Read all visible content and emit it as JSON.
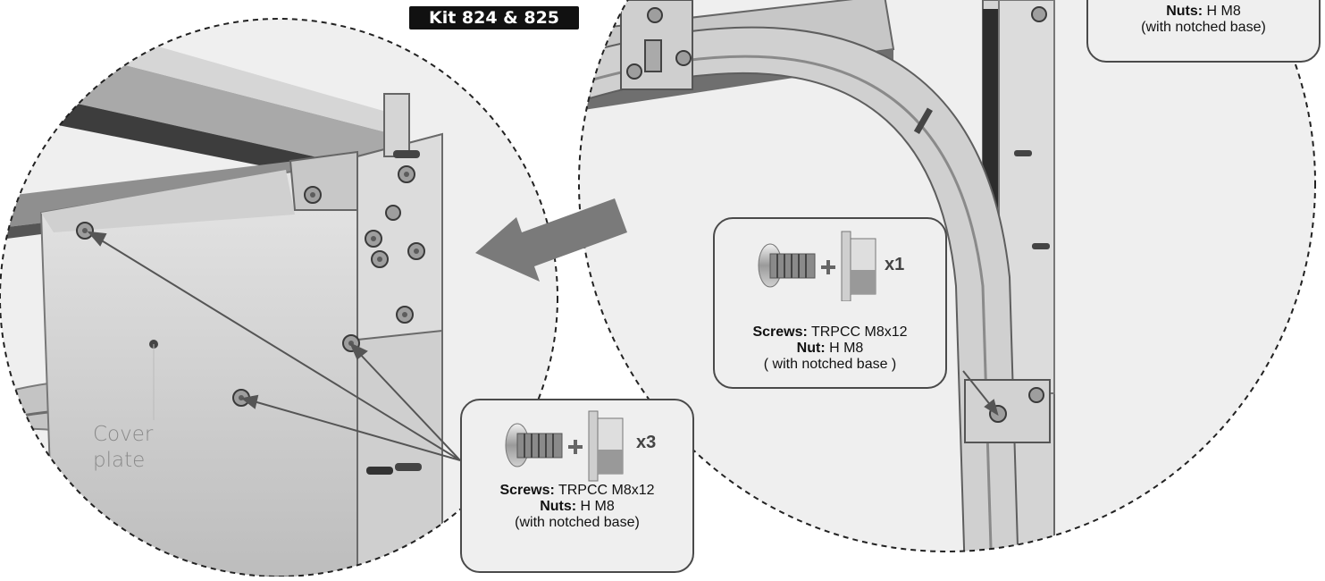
{
  "kit_badge": "Kit 824 & 825",
  "cover_plate": {
    "line1": "Cover",
    "line2": "plate"
  },
  "callout_left": {
    "quantity": "x3",
    "screws_label": "Screws:",
    "screws_value": "TRPCC M8x12",
    "nuts_label": "Nuts:",
    "nuts_value": "H M8",
    "note": "(with notched base)"
  },
  "callout_mid": {
    "quantity": "x1",
    "screws_label": "Screws:",
    "screws_value": "TRPCC M8x12",
    "nuts_label": "Nut:",
    "nuts_value": "H M8",
    "note": "( with notched base )"
  },
  "callout_top_right": {
    "nuts_label": "Nuts:",
    "nuts_value": "H M8",
    "note": "(with notched base)"
  },
  "colors": {
    "metal_light": "#d9d9d9",
    "metal_mid": "#b3b3b3",
    "metal_dark": "#5a5a5a",
    "callout_bg": "#efefef",
    "arrow": "#7a7a7a",
    "badge_bg": "#111111"
  },
  "icons": [
    "screw-icon",
    "nut-icon",
    "plus-icon",
    "direction-arrow-icon"
  ]
}
